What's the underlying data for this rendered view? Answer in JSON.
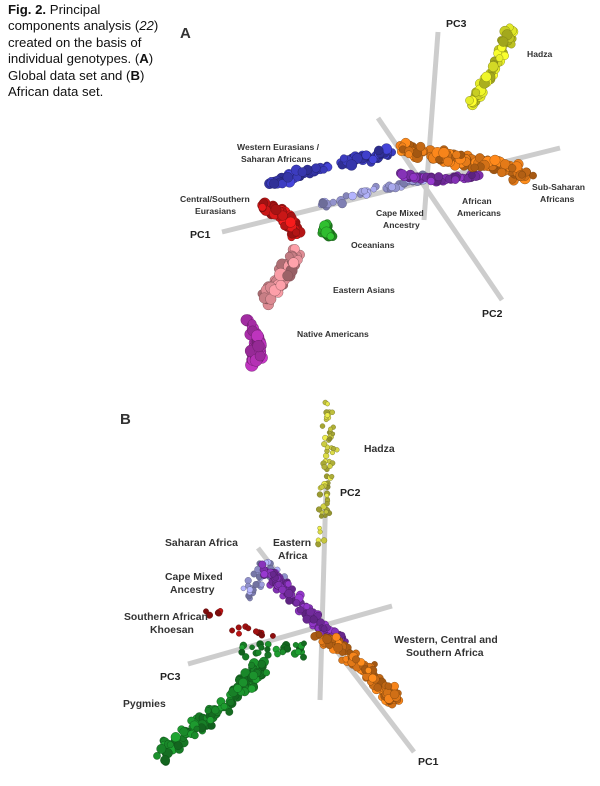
{
  "caption": {
    "fig": "Fig. 2.",
    "text1": " Principal components analysis (",
    "ref": "22",
    "text2": ") created on the basis of individual genotypes. (",
    "a": "A",
    "text3": ") Global data set and (",
    "b": "B",
    "text4": ") African data set."
  },
  "panels": {
    "a": {
      "letter": "A",
      "axes": {
        "pc1": "PC1",
        "pc2": "PC2",
        "pc3": "PC3"
      },
      "labels": {
        "hadza": "Hadza",
        "western1": "Western Eurasians /",
        "western2": "Saharan Africans",
        "central1": "Central/Southern",
        "central2": "Eurasians",
        "cape1": "Cape Mixed",
        "cape2": "Ancestry",
        "african1": "African",
        "african2": "Americans",
        "subsah1": "Sub-Saharan",
        "subsah2": "Africans",
        "oceanians": "Oceanians",
        "eastern": "Eastern Asians",
        "native": "Native Americans"
      }
    },
    "b": {
      "letter": "B",
      "axes": {
        "pc1": "PC1",
        "pc2": "PC2",
        "pc3": "PC3"
      },
      "labels": {
        "hadza": "Hadza",
        "saharan": "Saharan Africa",
        "eastern1": "Eastern",
        "eastern2": "Africa",
        "cape1": "Cape Mixed",
        "cape2": "Ancestry",
        "khoesan1": "Southern African",
        "khoesan2": "Khoesan",
        "pygmies": "Pygmies",
        "western1": "Western, Central and",
        "western2": "Southern Africa"
      }
    }
  },
  "colors": {
    "yellow": "#d8de26",
    "orange": "#e07818",
    "blue": "#3a3ab8",
    "purple": "#8030b0",
    "lightblue": "#9a9ad8",
    "red": "#d01818",
    "green": "#2aa82a",
    "pink": "#d88890",
    "magenta": "#b030b0",
    "olive": "#c8c840",
    "darkgreen": "#1a8a2a",
    "darkred": "#a01010"
  }
}
